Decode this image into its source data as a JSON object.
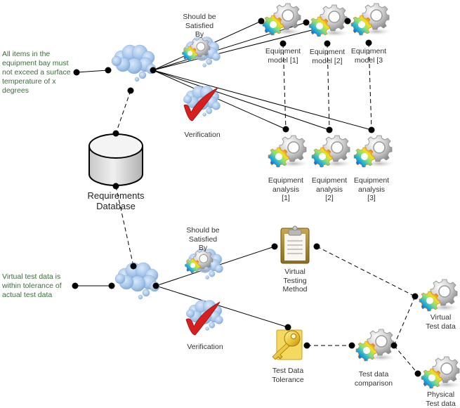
{
  "requirements": [
    {
      "id": "req1",
      "text": "All items in the\nequipment bay must\nnot exceed a surface\ntemperature of x\ndegrees"
    },
    {
      "id": "req2",
      "text": "Virtual test data is\nwithin tolerance of\nactual test data"
    }
  ],
  "database": {
    "label": "Requirements\nDatabase"
  },
  "relations": {
    "satisfied_by_top": "Should be\nSatisfied\nBy",
    "verification_top": "Verification",
    "satisfied_by_bottom": "Should be\nSatisfied\nBy",
    "verification_bottom": "Verification"
  },
  "models": [
    {
      "label": "Equipment\nmodel [1]"
    },
    {
      "label": "Equipment\nmodel [2]"
    },
    {
      "label": "Equipment\nmodel [3"
    }
  ],
  "analyses": [
    {
      "label": "Equipment\nanalysis\n[1]"
    },
    {
      "label": "Equipment\nanalysis\n[2]"
    },
    {
      "label": "Equipment\nanalysis\n[3]"
    }
  ],
  "virtual_testing_method": {
    "label": "Virtual\nTesting\nMethod"
  },
  "test_data_tolerance": {
    "label": "Test Data\nTolerance"
  },
  "test_data_comparison": {
    "label": "Test data\ncomparison"
  },
  "virtual_test_data": {
    "label": "Virtual\nTest data"
  },
  "physical_test_data": {
    "label": "Physical\nTest data"
  },
  "colors": {
    "requirement_text": "#3d6b3d",
    "cloud": "#a9c8ec",
    "check": "#d62020",
    "connector": "#000000"
  }
}
